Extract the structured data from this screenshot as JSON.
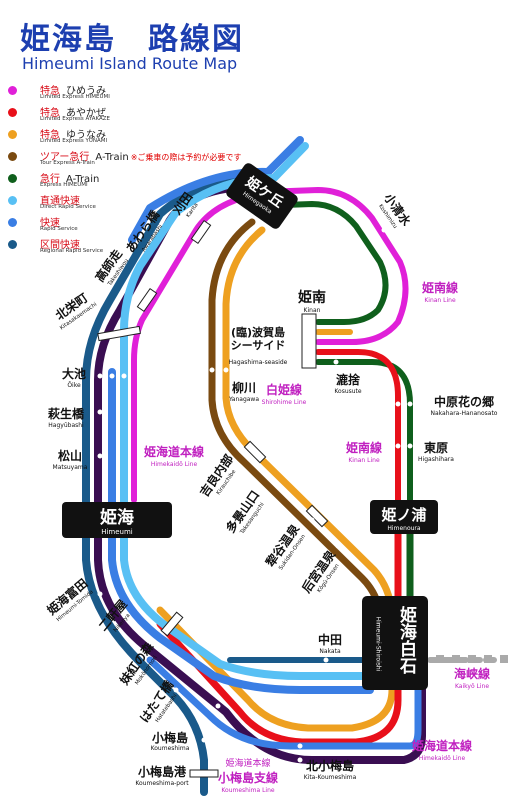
{
  "title": {
    "jp": "姫海島　路線図",
    "en": "Himeumi Island Route Map"
  },
  "legend": [
    {
      "kind": "特急",
      "name": "ひめうみ",
      "en": "Limited Express HIMEUMI",
      "color": "#e020d8"
    },
    {
      "kind": "特急",
      "name": "あやかぜ",
      "en": "Limited Express AYAKAZE",
      "color": "#e8101a"
    },
    {
      "kind": "特急",
      "name": "ゆうなみ",
      "en": "Limited Express YUNAMI",
      "color": "#eea020"
    },
    {
      "kind": "ツアー急行",
      "name": "A-Train",
      "en": "Tour Express A-Train",
      "color": "#7a4a10",
      "note": "※ご乗車の際は予約が必要です"
    },
    {
      "kind": "急行",
      "name": "A-Train",
      "en": "Express HIMEUMI",
      "color": "#0f5f1c"
    },
    {
      "kind": "直通快速",
      "name": "",
      "en": "Direct Rapid Service",
      "color": "#58c0f4"
    },
    {
      "kind": "快速",
      "name": "",
      "en": "Rapid Service",
      "color": "#3a7ee4"
    },
    {
      "kind": "区間快速",
      "name": "",
      "en": "Regional Rapid Service",
      "color": "#1a5a8a"
    }
  ],
  "colors": {
    "purple": "#e020d8",
    "red": "#e8101a",
    "orange": "#eea020",
    "brown": "#7a4a10",
    "green": "#0f5f1c",
    "light_blue": "#58c0f4",
    "blue": "#3a7ee4",
    "navy": "#1a5a8a",
    "dark_purple": "#3a0e52",
    "kaikyo_gray": "#aaaaaa"
  },
  "hubs": {
    "himegaoka": {
      "jp": "姫ケ丘",
      "en": "Himegaoka"
    },
    "himeumi": {
      "jp": "姫海",
      "en": "Himeumi"
    },
    "himenoura": {
      "jp": "姫ノ浦",
      "en": "Himenoura"
    },
    "shiroishi": {
      "jp": "姫海白石",
      "en": "Himeumi-Shiroishi"
    }
  },
  "stations": {
    "kariya": {
      "jp": "刈田",
      "en": "Karita"
    },
    "awarabashi": {
      "jp": "あわら橋",
      "en": "Awarabashi"
    },
    "takeshiwou": {
      "jp": "高師走",
      "en": "Takeshiwou"
    },
    "kitasakaemachi": {
      "jp": "北栄町",
      "en": "Kitasakaemachi"
    },
    "oike": {
      "jp": "大池",
      "en": "Ōike"
    },
    "hagyubashi": {
      "jp": "萩生橋",
      "en": "Hagyūbashi"
    },
    "matsuyama": {
      "jp": "松山",
      "en": "Matsuyama"
    },
    "tomida": {
      "jp": "姫海富田",
      "en": "Himeumi-Tomida"
    },
    "niken": {
      "jp": "二軒屋",
      "en": "Nikenya"
    },
    "mokonomori": {
      "jp": "妹紅の森",
      "en": "Mokōnomori"
    },
    "hatatebashi": {
      "jp": "はたて橋",
      "en": "Hatatebashi"
    },
    "koumeshima": {
      "jp": "小梅島",
      "en": "Koumeshima"
    },
    "koumeshimaport": {
      "jp": "小梅島港",
      "en": "Koumeshima-port"
    },
    "kitakoumeshima": {
      "jp": "北小梅島",
      "en": "Kita-Koumeshima"
    },
    "nakata": {
      "jp": "中田",
      "en": "Nakata"
    },
    "koshimizu": {
      "jp": "小清水",
      "en": "Koshimizu"
    },
    "kinan": {
      "jp": "姫南",
      "en": "Kinan"
    },
    "hagashima": {
      "jp": "(臨)波賀島\nシーサイド",
      "en": "Hagashima-seaside"
    },
    "yanagawa": {
      "jp": "柳川",
      "en": "Yanagawa"
    },
    "kosusute": {
      "jp": "漉捨",
      "en": "Kosusute"
    },
    "nakaharahananosato": {
      "jp": "中原花の郷",
      "en": "Nakahara-Hananosato"
    },
    "higashihara": {
      "jp": "東原",
      "en": "Higashihara"
    },
    "kirauchibe": {
      "jp": "吉良内部",
      "en": "Kirauchibe"
    },
    "takesanguchi": {
      "jp": "多景山口",
      "en": "Takesanguchi"
    },
    "sukidan": {
      "jp": "犂谷温泉",
      "en": "Sukidan-Onsen"
    },
    "kogu": {
      "jp": "后宮温泉",
      "en": "Kōgū-Onsen"
    }
  },
  "lines": {
    "himekaido_honsen": {
      "jp": "姫海道本線",
      "en": "Himekaidō Line"
    },
    "shirohime": {
      "jp": "白姫線",
      "en": "Shirohime Line"
    },
    "kinan_upper": {
      "jp": "姫南線",
      "en": "Kinan Line"
    },
    "kinan_lower": {
      "jp": "姫南線",
      "en": "Kinan Line"
    },
    "kaikyo": {
      "jp": "海峡線",
      "en": "Kaikyō Line"
    },
    "himekaido_honsen_lower": {
      "jp": "姫海道本線",
      "en": "Himekaidō Line"
    },
    "koumeshima_branch": {
      "pre": "姫海道本線",
      "jp": "小梅島支線",
      "en": "Koumeshima Line"
    }
  }
}
